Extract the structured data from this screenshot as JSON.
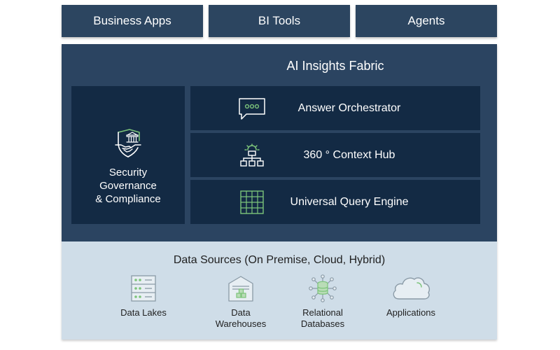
{
  "top_tabs": [
    "Business Apps",
    "BI Tools",
    "Agents"
  ],
  "fabric": {
    "title": "AI Insights Fabric",
    "security": {
      "lines": [
        "Security",
        "Governance",
        "& Compliance"
      ],
      "icon": "shield-handshake-icon"
    },
    "capabilities": [
      {
        "label": "Answer Orchestrator",
        "icon": "chat-bubble-icon"
      },
      {
        "label": "360 ° Context Hub",
        "icon": "hierarchy-icon"
      },
      {
        "label": "Universal Query Engine",
        "icon": "grid-icon"
      }
    ]
  },
  "data_sources": {
    "title": "Data Sources (On Premise, Cloud, Hybrid)",
    "items": [
      {
        "lines": [
          "Data Lakes"
        ],
        "icon": "server-rack-icon"
      },
      {
        "lines": [
          "Data",
          "Warehouses"
        ],
        "icon": "warehouse-icon"
      },
      {
        "lines": [
          "Relational",
          "Databases"
        ],
        "icon": "database-network-icon"
      },
      {
        "lines": [
          "Applications"
        ],
        "icon": "cloud-icon"
      }
    ]
  },
  "colors": {
    "top_tab_bg": "#2c4560",
    "fabric_bg": "#2b4461",
    "panel_bg": "#132a44",
    "accent_green": "#7cc47a",
    "sources_bg": "#cfdde8",
    "icon_gray": "#8a9aa6"
  }
}
